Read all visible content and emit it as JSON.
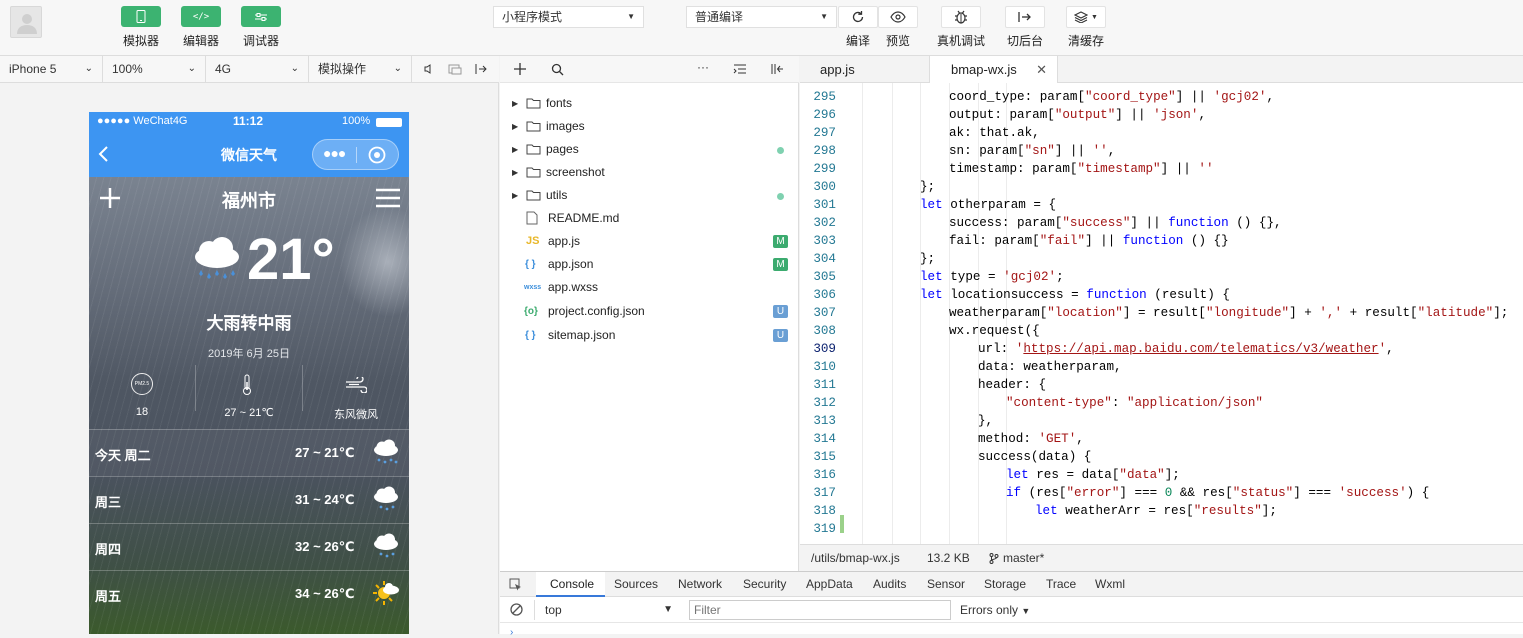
{
  "toolbar": {
    "simulator_label": "模拟器",
    "editor_label": "编辑器",
    "debugger_label": "调试器",
    "mode_select": "小程序模式",
    "compile_select": "普通编译",
    "compile_label": "编译",
    "preview_label": "预览",
    "remote_debug_label": "真机调试",
    "background_label": "切后台",
    "clear_cache_label": "清缓存"
  },
  "simbar": {
    "device": "iPhone 5",
    "zoom": "100%",
    "network": "4G",
    "operation": "模拟操作"
  },
  "phone": {
    "status_left": "●●●●● WeChat4G",
    "status_time": "11:12",
    "status_battery": "100%",
    "nav_title": "微信天气",
    "city": "福州市",
    "temperature": "21°",
    "weather_desc": "大雨转中雨",
    "date": "2019年 6月 25日",
    "pm_icon_text": "PM2.5",
    "pm_value": "18",
    "temp_range": "27 ~ 21℃",
    "wind": "东风微风",
    "forecast": [
      {
        "day": "今天 周二",
        "temp": "27 ~ 21℃",
        "icon": "rain-cloud-icon"
      },
      {
        "day": "周三",
        "temp": "31 ~ 24℃",
        "icon": "rain-cloud-icon"
      },
      {
        "day": "周四",
        "temp": "32 ~ 26℃",
        "icon": "rain-cloud-icon"
      },
      {
        "day": "周五",
        "temp": "34 ~ 26℃",
        "icon": "sun-cloud-icon"
      }
    ]
  },
  "explorer": {
    "items": [
      {
        "name": "fonts"
      },
      {
        "name": "images"
      },
      {
        "name": "pages"
      },
      {
        "name": "screenshot"
      },
      {
        "name": "utils"
      },
      {
        "name": "README.md"
      },
      {
        "name": "app.js",
        "badge": "M"
      },
      {
        "name": "app.json",
        "badge": "M"
      },
      {
        "name": "app.wxss",
        "icon_text": "wxss"
      },
      {
        "name": "project.config.json",
        "badge": "U"
      },
      {
        "name": "sitemap.json",
        "badge": "U"
      }
    ],
    "js_icon": "JS",
    "json_icon": "{ }",
    "config_icon": "{o}",
    "badge_m_color": "#3cab6f",
    "badge_u_color": "#6a9fd4"
  },
  "editor": {
    "tabs": [
      "app.js",
      "bmap-wx.js"
    ],
    "line_numbers": [
      "295",
      "296",
      "297",
      "298",
      "299",
      "300",
      "301",
      "302",
      "303",
      "304",
      "305",
      "306",
      "307",
      "308",
      "309",
      "310",
      "311",
      "312",
      "313",
      "314",
      "315",
      "316",
      "317",
      "318",
      "319"
    ],
    "status_path": "/utils/bmap-wx.js",
    "status_size": "13.2 KB",
    "status_branch": "master*"
  },
  "console": {
    "tabs": [
      "Console",
      "Sources",
      "Network",
      "Security",
      "AppData",
      "Audits",
      "Sensor",
      "Storage",
      "Trace",
      "Wxml"
    ],
    "context": "top",
    "filter_placeholder": "Filter",
    "level": "Errors only"
  }
}
